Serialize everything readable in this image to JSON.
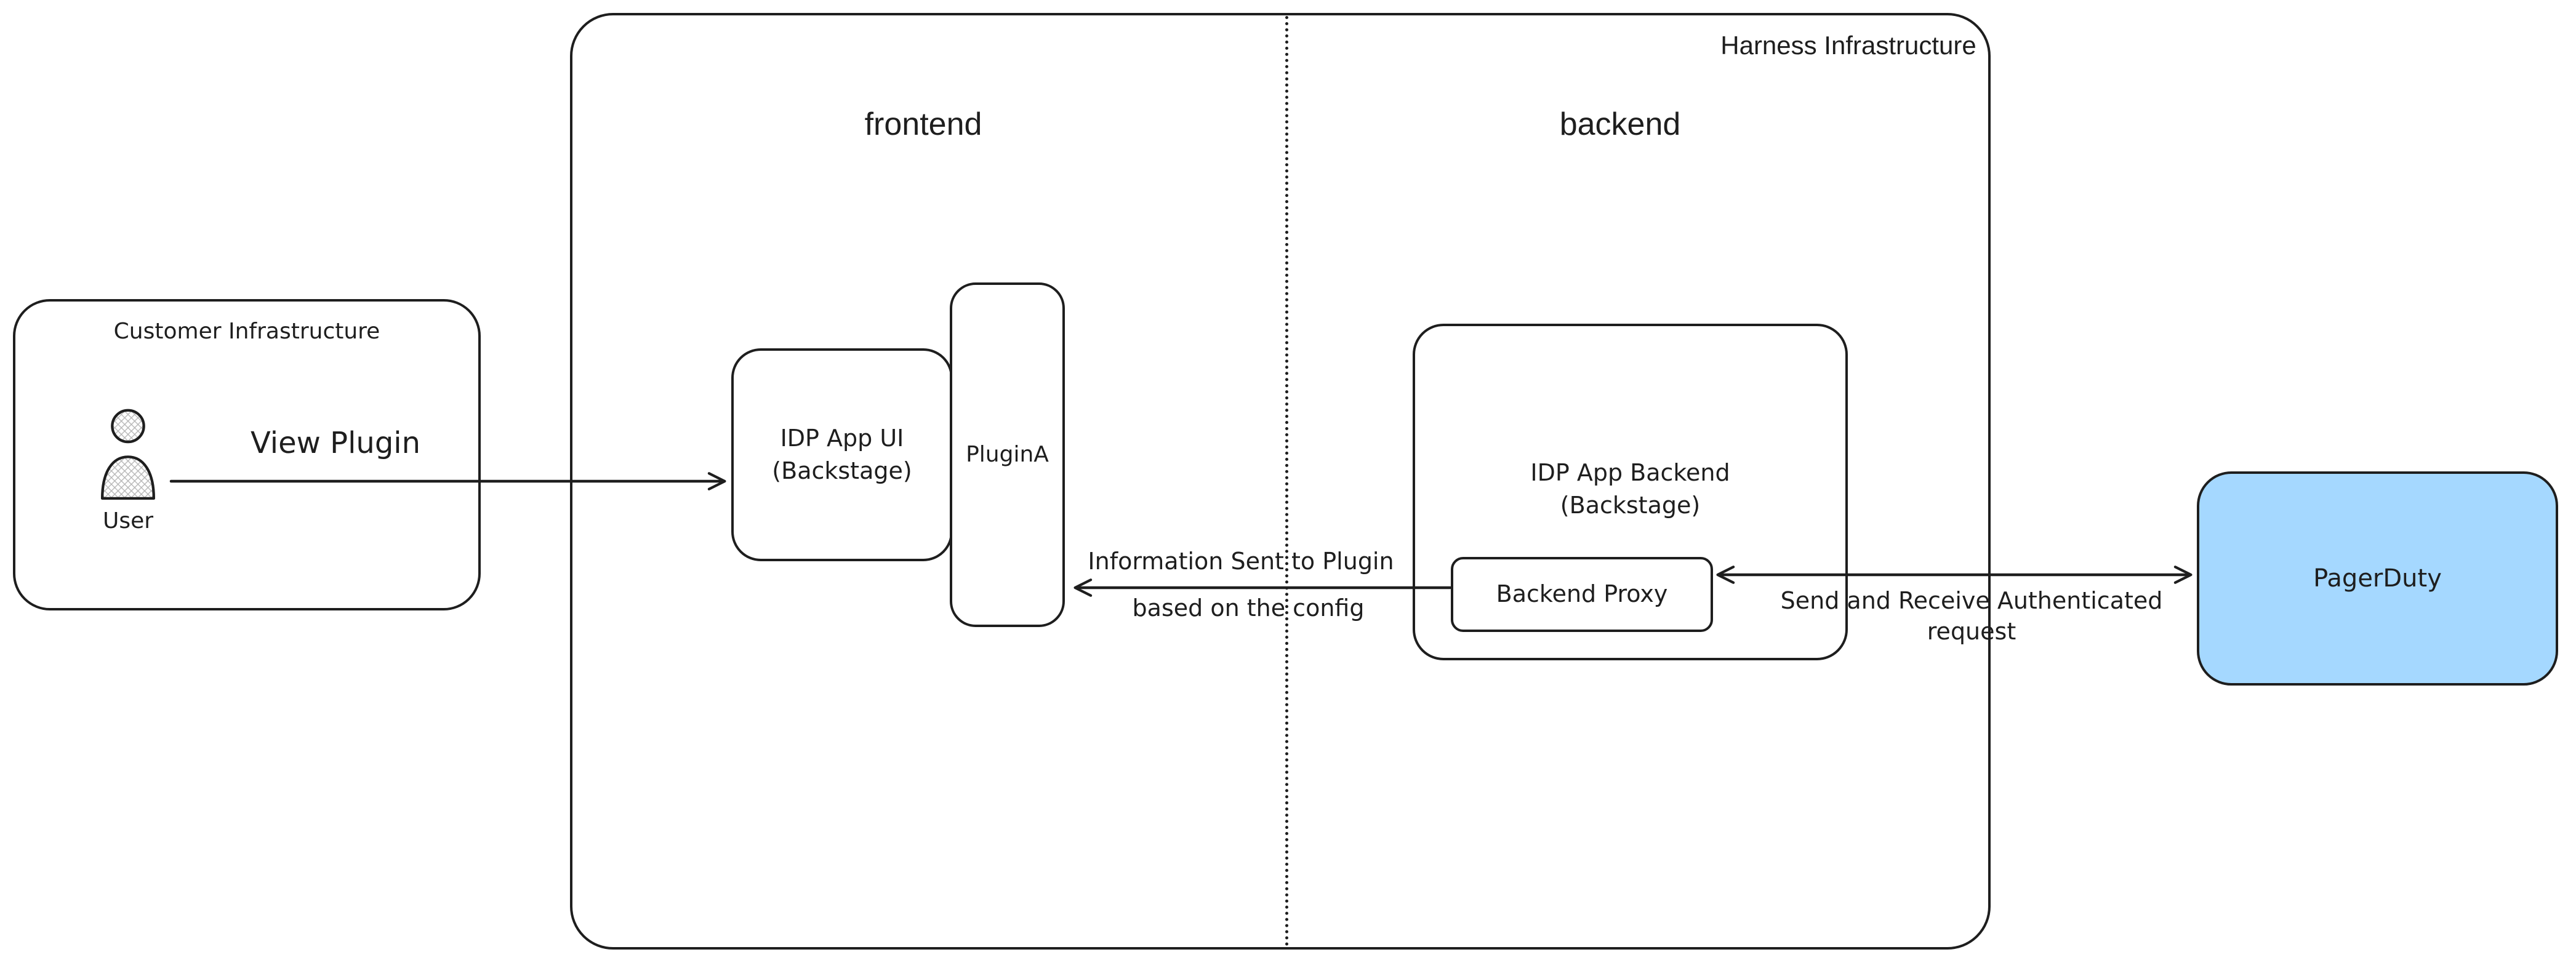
{
  "colors": {
    "stroke": "#1e1e1e",
    "pagerduty_fill": "#a5d8ff",
    "background": "#ffffff"
  },
  "harness": {
    "title": "Harness Infrastructure",
    "frontend_label": "frontend",
    "backend_label": "backend"
  },
  "customer": {
    "title": "Customer Infrastructure",
    "user_label": "User"
  },
  "nodes": {
    "idp_app_ui": {
      "line1": "IDP App UI",
      "line2": "(Backstage)"
    },
    "plugin_a": {
      "label": "PluginA"
    },
    "idp_app_backend": {
      "line1": "IDP App Backend",
      "line2": "(Backstage)"
    },
    "backend_proxy": {
      "label": "Backend Proxy"
    },
    "pagerduty": {
      "label": "PagerDuty"
    }
  },
  "edges": {
    "view_plugin": {
      "label": "View Plugin",
      "from": "User",
      "to": "IDP App UI (Backstage)"
    },
    "info_sent": {
      "line1": "Information Sent to Plugin",
      "line2": "based on the config",
      "from": "Backend Proxy",
      "to": "PluginA"
    },
    "send_receive": {
      "line1": "Send and Receive Authenticated",
      "line2": "request",
      "from": "Backend Proxy",
      "to": "PagerDuty"
    }
  }
}
